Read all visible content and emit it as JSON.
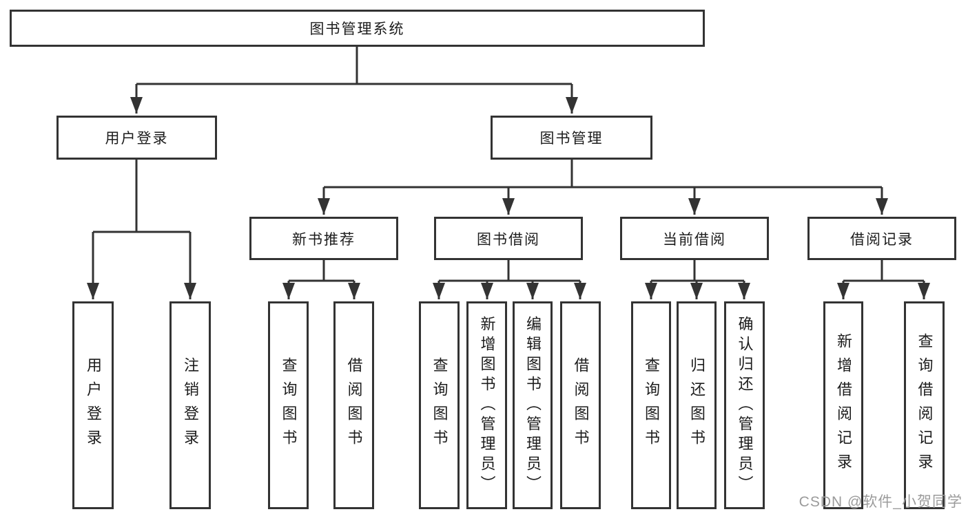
{
  "diagram": {
    "root": {
      "label": "图书管理系统"
    },
    "level2": [
      {
        "label": "用户登录"
      },
      {
        "label": "图书管理"
      }
    ],
    "level3": [
      {
        "label": "新书推荐"
      },
      {
        "label": "图书借阅"
      },
      {
        "label": "当前借阅"
      },
      {
        "label": "借阅记录"
      }
    ],
    "leaves": [
      {
        "label": "用户登录",
        "parent": "用户登录"
      },
      {
        "label": "注销登录",
        "parent": "用户登录"
      },
      {
        "label": "查询图书",
        "parent": "新书推荐"
      },
      {
        "label": "借阅图书",
        "parent": "新书推荐"
      },
      {
        "label": "查询图书",
        "parent": "图书借阅"
      },
      {
        "label": "新增图书（管理员）",
        "parent": "图书借阅"
      },
      {
        "label": "编辑图书（管理员）",
        "parent": "图书借阅"
      },
      {
        "label": "借阅图书",
        "parent": "图书借阅"
      },
      {
        "label": "查询图书",
        "parent": "当前借阅"
      },
      {
        "label": "归还图书",
        "parent": "当前借阅"
      },
      {
        "label": "确认归还（管理员）",
        "parent": "当前借阅"
      },
      {
        "label": "新增借阅记录",
        "parent": "借阅记录"
      },
      {
        "label": "查询借阅记录",
        "parent": "借阅记录"
      }
    ],
    "watermark": "CSDN @软件_小贺同学",
    "colors": {
      "line": "#333333",
      "text": "#1c1c1c",
      "watermark": "#9b9b9b",
      "background": "#ffffff"
    }
  }
}
